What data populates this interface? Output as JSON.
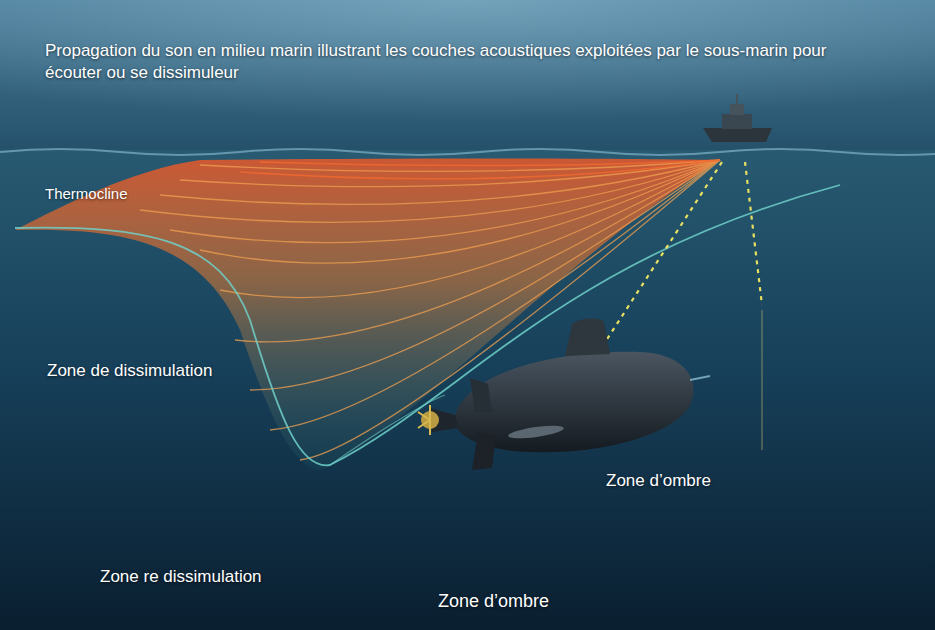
{
  "diagram": {
    "title": "Propagation du son en milieu marin illustrant les couches acoustiques exploitées par le sous-marin pour écouter ou se dissimuleur",
    "labels": [
      "Thermocline",
      "Zone de dissimulation",
      "Zone re dissimulation",
      "Zone d’ombre",
      "Zone d’ombre"
    ]
  }
}
